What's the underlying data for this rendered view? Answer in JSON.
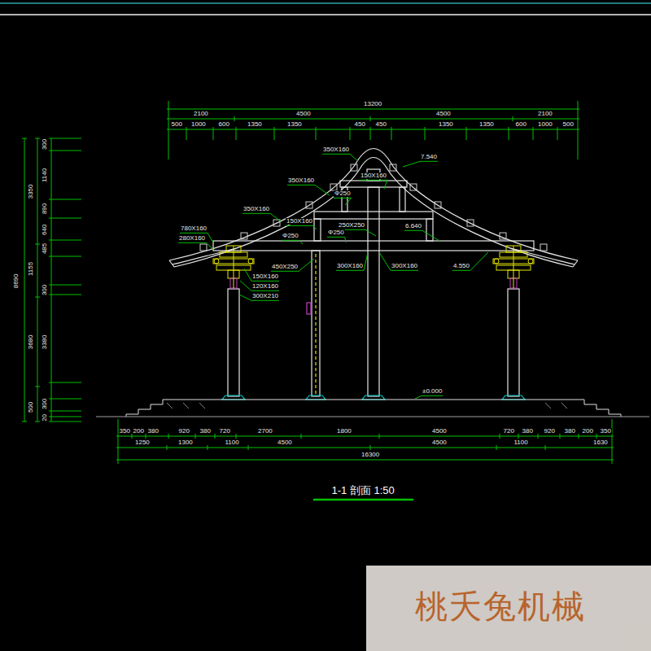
{
  "diagram": {
    "title": "1-1 剖面 1:50",
    "labels": [
      "13200",
      "2100",
      "4500",
      "4500",
      "2100",
      "500",
      "1000",
      "600",
      "1350",
      "1350",
      "450",
      "450",
      "1350",
      "1350",
      "600",
      "1000",
      "500",
      "350X160",
      "7.540",
      "350X160",
      "150X160",
      "Φ250",
      "350X160",
      "150X160",
      "250X250",
      "6.640",
      "780X160",
      "280X160",
      "Φ250",
      "Φ250",
      "450X250",
      "300X160",
      "300X160",
      "4.550",
      "150X160",
      "120X160",
      "300X210",
      "±0.000",
      "300",
      "1140",
      "3350",
      "890",
      "640",
      "1155",
      "485",
      "300",
      "8690",
      "3680",
      "3380",
      "500",
      "300",
      "20",
      "350",
      "200",
      "380",
      "920",
      "380",
      "720",
      "2700",
      "1800",
      "4500",
      "720",
      "380",
      "920",
      "380",
      "200",
      "350",
      "1250",
      "1300",
      "1100",
      "4500",
      "4500",
      "1100",
      "1630",
      "16300",
      "桃夭兔机械"
    ]
  }
}
